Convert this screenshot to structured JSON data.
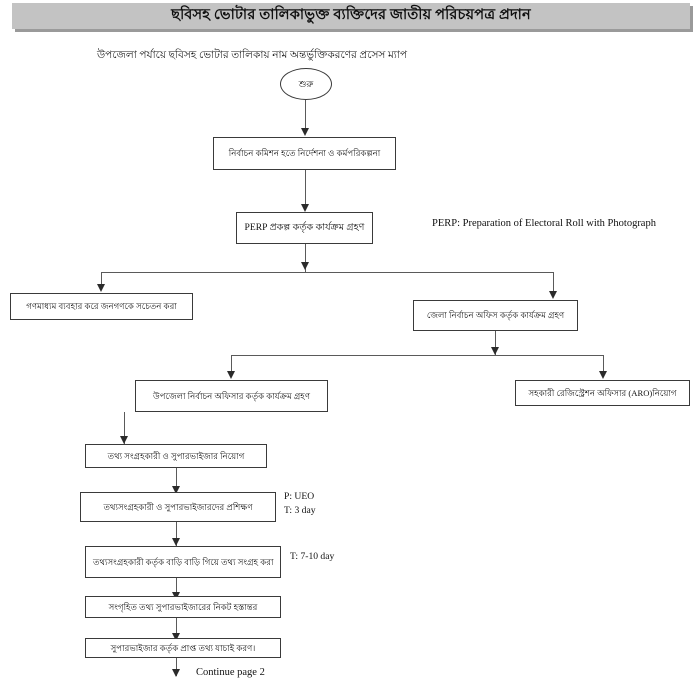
{
  "header": {
    "title": "ছবিসহ ভোটার তালিকাভুক্ত ব্যক্তিদের জাতীয় পরিচয়পত্র প্রদান",
    "subtitle": "উপজেলা পর্যায়ে ছবিসহ ভোটার তালিকায় নাম অন্তর্ভুক্তিকরণের প্রসেস ম্যাপ",
    "bar_color": "#c3c3c3"
  },
  "flowchart": {
    "start_node": "শুরু",
    "nodes": [
      {
        "id": "n1",
        "label": "নির্বাচন কমিশন হতে নির্দেশনা ও কর্মপরিকল্পনা"
      },
      {
        "id": "n2",
        "label": "PERP প্রকল্প কর্তৃক কার্যক্রম গ্রহণ"
      },
      {
        "id": "n3",
        "label": "গণমাধ্যম ব্যবহার করে জনগণকে সচেতন করা"
      },
      {
        "id": "n4",
        "label": "জেলা নির্বাচন অফিস কর্তৃক কার্যক্রম গ্রহণ"
      },
      {
        "id": "n5",
        "label": "উপজেলা নির্বাচন অফিসার কর্তৃক কার্যক্রম গ্রহণ"
      },
      {
        "id": "n6",
        "label": "সহকারী রেজিস্ট্রেশন অফিসার (ARO)নিয়োগ"
      },
      {
        "id": "n7",
        "label": "তথ্য সংগ্রহকারী ও সুপারভাইজার নিয়োগ"
      },
      {
        "id": "n8",
        "label": "তথ্যসংগ্রহকারী ও সুপারভাইজারদের প্রশিক্ষণ"
      },
      {
        "id": "n9",
        "label": "তথ্যসংগ্রহকারী কর্তৃক বাড়ি বাড়ি গিয়ে তথ্য সংগ্রহ করা"
      },
      {
        "id": "n10",
        "label": "সংগৃহিত তথ্য সুপারভাইজারের নিকট হস্তান্তর"
      },
      {
        "id": "n11",
        "label": "সুপারভাইজার কর্তৃক প্রাপ্ত তথ্য যাচাই করণ।"
      }
    ],
    "annotations": {
      "perp_legend": "PERP: Preparation of Electoral Roll with Photograph",
      "training_person": "P: UEO",
      "training_time": "T: 3 day",
      "collection_time": "T: 7-10 day",
      "continue": "Continue page 2"
    }
  }
}
